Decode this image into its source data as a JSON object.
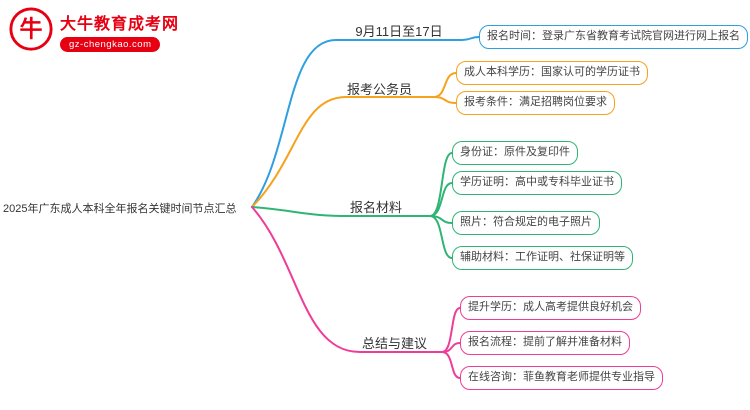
{
  "logo": {
    "site_name": "大牛教育成考网",
    "site_url": "gz-chengkao.com",
    "icon_char": "牛",
    "icon_name": "bull-logo-icon"
  },
  "central": {
    "title": "2025年广东成人本科全年报名关键时间节点汇总"
  },
  "branches": [
    {
      "label": "9月11日至17日",
      "color": "#2e9fe0",
      "children": [
        "报名时间：登录广东省教育考试院官网进行网上报名"
      ]
    },
    {
      "label": "报考公务员",
      "color": "#f6a21d",
      "children": [
        "成人本科学历：国家认可的学历证书",
        "报考条件：满足招聘岗位要求"
      ]
    },
    {
      "label": "报名材料",
      "color": "#2fb573",
      "children": [
        "身份证：原件及复印件",
        "学历证明：高中或专科毕业证书",
        "照片：符合规定的电子照片",
        "辅助材料：工作证明、社保证明等"
      ]
    },
    {
      "label": "总结与建议",
      "color": "#ee3d97",
      "children": [
        "提升学历：成人高考提供良好机会",
        "报名流程：提前了解并准备材料",
        "在线咨询：菲鱼教育老师提供专业指导"
      ]
    }
  ],
  "colors": {
    "blue": "#2e9fe0",
    "orange": "#f6a21d",
    "green": "#2fb573",
    "pink": "#ee3d97",
    "brand_red": "#e60012"
  }
}
